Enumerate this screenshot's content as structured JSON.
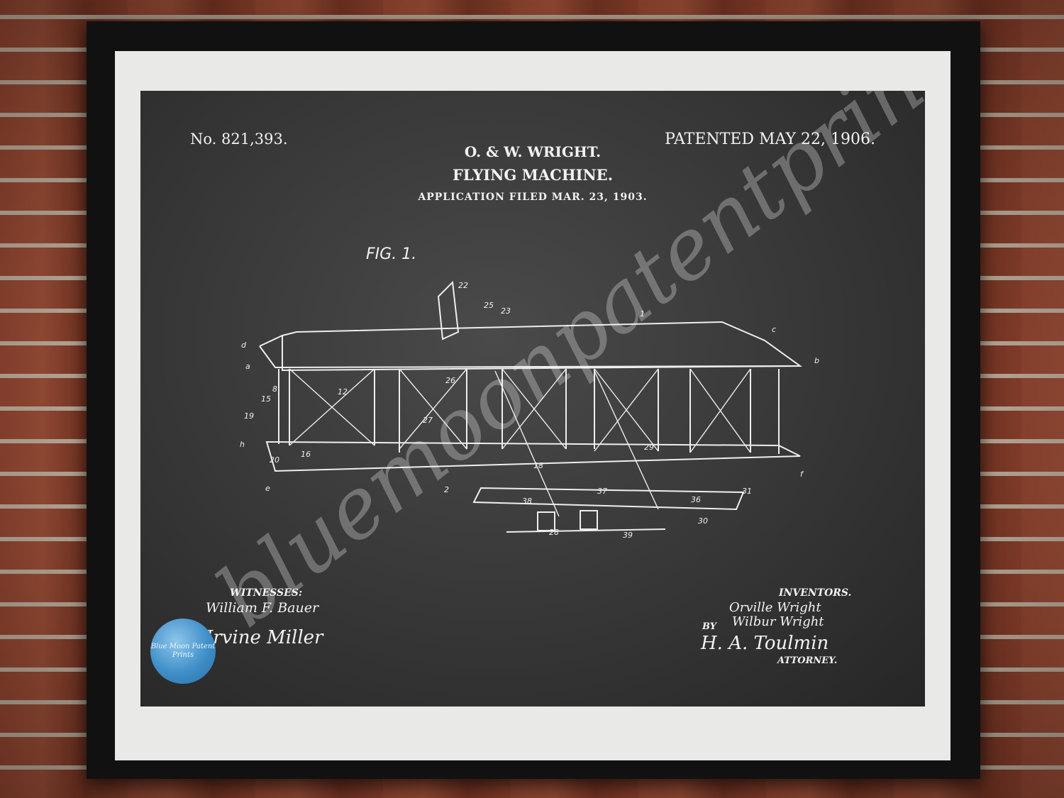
{
  "patent": {
    "number": "No. 821,393.",
    "date": "PATENTED MAY 22, 1906.",
    "inventors_title": "O. & W. WRIGHT.",
    "title": "FLYING MACHINE.",
    "application": "APPLICATION FILED MAR. 23, 1903.",
    "figure_label": "FIG. 1."
  },
  "signatures": {
    "witnesses_heading": "WITNESSES:",
    "witness_1": "William F. Bauer",
    "witness_2": "Irvine Miller",
    "inventors_heading": "INVENTORS.",
    "inventor_1": "Orville Wright",
    "inventor_2": "Wilbur Wright",
    "by_label": "BY",
    "attorney_signature": "H. A. Toulmin",
    "attorney_label": "ATTORNEY."
  },
  "watermark": {
    "text": "bluemoonpatentprints"
  },
  "logo": {
    "text": "Blue Moon Patent Prints",
    "color": "#3f8fc8"
  },
  "drawing_labels": [
    "22",
    "25",
    "23",
    "1",
    "c",
    "d",
    "a",
    "b",
    "8",
    "15",
    "19",
    "12",
    "26",
    "27",
    "29",
    "h",
    "20",
    "16",
    "18",
    "e",
    "2",
    "f",
    "31",
    "38",
    "37",
    "36",
    "28",
    "30",
    "39"
  ],
  "colors": {
    "chalkboard": "#3a3a3a",
    "frame": "#111111",
    "mat": "#e9e9e7",
    "brick": "#9c4a34"
  }
}
